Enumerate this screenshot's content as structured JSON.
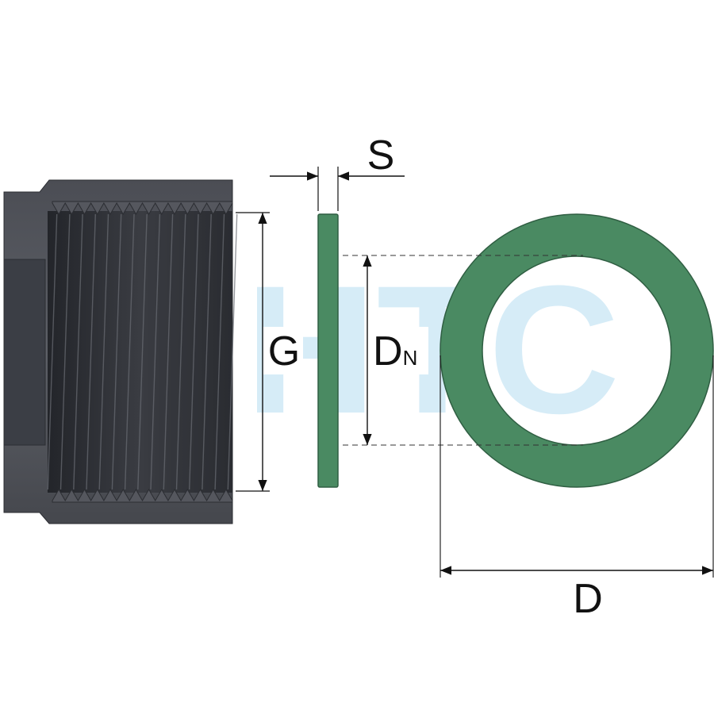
{
  "watermark": {
    "text": "HTC",
    "color": "#d6ecf7"
  },
  "colors": {
    "fitting_body": "#55575e",
    "fitting_dark": "#2b2d32",
    "fitting_bore": "#3b3e45",
    "thread_crest": "#6a6d74",
    "gasket": "#4a8a62",
    "gasket_edge": "#2f5e42",
    "dimension_line": "#111111",
    "extension_dash": "#333333"
  },
  "parts": {
    "fitting": {
      "name": "threaded-fitting",
      "thread_count": 14
    },
    "gasket_side": {
      "name": "gasket-side-view"
    },
    "gasket_face": {
      "name": "gasket-face-view"
    }
  },
  "dimensions": {
    "s": {
      "label": "S"
    },
    "g": {
      "label": "G"
    },
    "dn": {
      "label": "D",
      "subscript": "N"
    },
    "d": {
      "label": "D"
    }
  }
}
